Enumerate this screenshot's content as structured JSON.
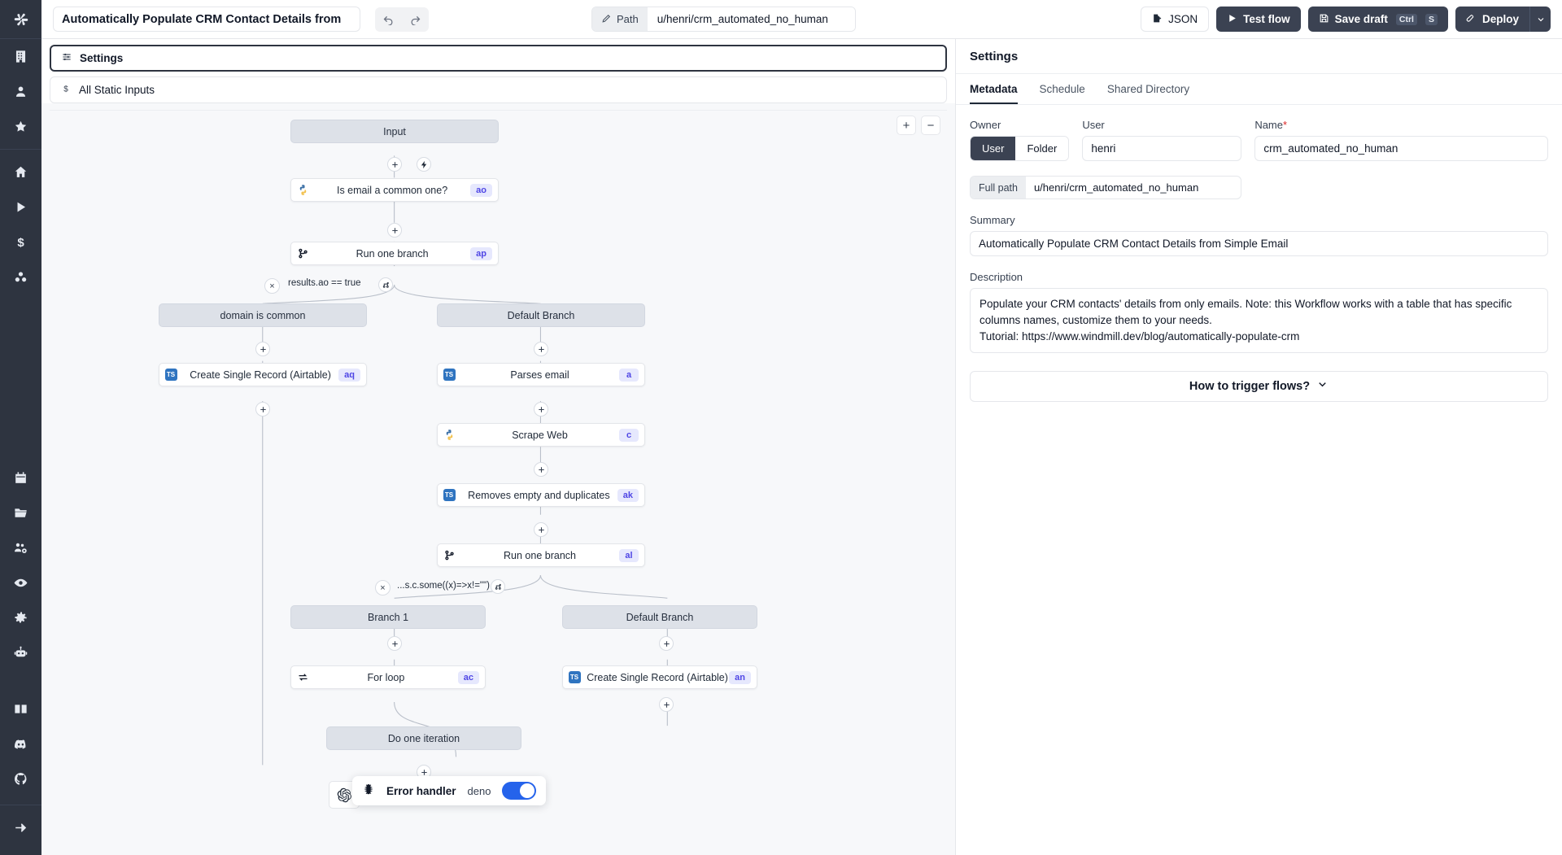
{
  "app": {
    "name": "Windmill",
    "logo_icon": "windmill-logo-icon"
  },
  "sidebar": {
    "top_items": [
      {
        "icon": "building-icon",
        "name": "workspace"
      },
      {
        "icon": "user-icon",
        "name": "account"
      },
      {
        "icon": "star-icon",
        "name": "favorites"
      }
    ],
    "nav_items": [
      {
        "icon": "home-icon",
        "name": "home"
      },
      {
        "icon": "play-icon",
        "name": "runs"
      },
      {
        "icon": "dollar-icon",
        "name": "usage"
      },
      {
        "icon": "cluster-icon",
        "name": "workers"
      }
    ],
    "lower_items": [
      {
        "icon": "calendar-icon",
        "name": "schedules"
      },
      {
        "icon": "folder-icon",
        "name": "folders"
      },
      {
        "icon": "users-gear-icon",
        "name": "groups"
      },
      {
        "icon": "eye-icon",
        "name": "audit-logs"
      },
      {
        "icon": "gear-icon",
        "name": "settings"
      },
      {
        "icon": "robot-icon",
        "name": "ai-agent"
      }
    ],
    "footer_items": [
      {
        "icon": "book-icon",
        "name": "docs"
      },
      {
        "icon": "discord-icon",
        "name": "discord"
      },
      {
        "icon": "github-icon",
        "name": "github"
      }
    ],
    "expand": {
      "icon": "arrow-right-icon",
      "name": "expand-sidebar"
    }
  },
  "topbar": {
    "flow_title": "Automatically Populate CRM Contact Details from",
    "undo_label": "undo",
    "redo_label": "redo",
    "path_label": "Path",
    "path_value": "u/henri/crm_automated_no_human",
    "json_label": "JSON",
    "test_flow_label": "Test flow",
    "save_draft_label": "Save draft",
    "save_draft_shortcut_mod": "Ctrl",
    "save_draft_shortcut_key": "S",
    "deploy_label": "Deploy"
  },
  "editor": {
    "settings_bar": "Settings",
    "static_inputs_bar": "All Static Inputs",
    "zoom_in": "+",
    "zoom_out": "−"
  },
  "graph": {
    "nodes": [
      {
        "id": "input",
        "label": "Input",
        "type": "group",
        "icon": "",
        "tag": ""
      },
      {
        "id": "ao",
        "label": "Is email a common one?",
        "type": "step",
        "icon": "python-icon",
        "tag": "ao"
      },
      {
        "id": "ap",
        "label": "Run one branch",
        "type": "step",
        "icon": "branch-icon",
        "tag": "ap"
      },
      {
        "id": "common",
        "label": "domain is common",
        "type": "group",
        "icon": "",
        "tag": ""
      },
      {
        "id": "defbr1",
        "label": "Default Branch",
        "type": "group",
        "icon": "",
        "tag": ""
      },
      {
        "id": "aq",
        "label": "Create Single Record (Airtable)",
        "type": "step",
        "icon": "typescript-icon",
        "tag": "aq"
      },
      {
        "id": "a",
        "label": "Parses email",
        "type": "step",
        "icon": "typescript-icon",
        "tag": "a"
      },
      {
        "id": "c",
        "label": "Scrape Web",
        "type": "step",
        "icon": "python-icon",
        "tag": "c"
      },
      {
        "id": "ak",
        "label": "Removes empty and duplicates",
        "type": "step",
        "icon": "typescript-icon",
        "tag": "ak"
      },
      {
        "id": "al",
        "label": "Run one branch",
        "type": "step",
        "icon": "branch-icon",
        "tag": "al"
      },
      {
        "id": "branch1",
        "label": "Branch 1",
        "type": "group",
        "icon": "",
        "tag": ""
      },
      {
        "id": "defbr2",
        "label": "Default Branch",
        "type": "group",
        "icon": "",
        "tag": ""
      },
      {
        "id": "ac",
        "label": "For loop",
        "type": "step",
        "icon": "loop-icon",
        "tag": "ac"
      },
      {
        "id": "an",
        "label": "Create Single Record (Airtable)",
        "type": "step",
        "icon": "typescript-icon",
        "tag": "an"
      },
      {
        "id": "iter",
        "label": "Do one iteration",
        "type": "group",
        "icon": "",
        "tag": ""
      }
    ],
    "edge_labels": [
      {
        "id": "cond1",
        "text": "results.ao == true"
      },
      {
        "id": "cond2",
        "text": "...s.c.some((x)=>x!=\"\")"
      }
    ],
    "error_handler": {
      "title": "Error handler",
      "language": "deno",
      "enabled": true,
      "icon": "bug-icon"
    },
    "openai_node_icon": "openai-icon"
  },
  "panel": {
    "heading": "Settings",
    "tabs": [
      {
        "label": "Metadata",
        "active": true
      },
      {
        "label": "Schedule",
        "active": false
      },
      {
        "label": "Shared Directory",
        "active": false
      }
    ],
    "owner_label": "Owner",
    "owner_user_option": "User",
    "owner_folder_option": "Folder",
    "user_label": "User",
    "user_value": "henri",
    "name_label": "Name",
    "name_required_mark": "*",
    "name_value": "crm_automated_no_human",
    "fullpath_label": "Full path",
    "fullpath_value": "u/henri/crm_automated_no_human",
    "summary_label": "Summary",
    "summary_value": "Automatically Populate CRM Contact Details from Simple Email",
    "description_label": "Description",
    "description_value": "Populate your CRM contacts' details from only emails. Note: this Workflow works with a table that has specific columns names, customize them to your needs.\nTutorial: https://www.windmill.dev/blog/automatically-populate-crm",
    "trigger_label": "How to trigger flows?"
  },
  "colors": {
    "sidebar_bg": "#2e3440",
    "accent_dark": "#3b4252",
    "tag_bg": "#e6e8fd",
    "tag_text": "#4f46e5",
    "toggle_on": "#2563eb",
    "node_group_bg": "#dde1e8",
    "required": "#dc2626"
  }
}
